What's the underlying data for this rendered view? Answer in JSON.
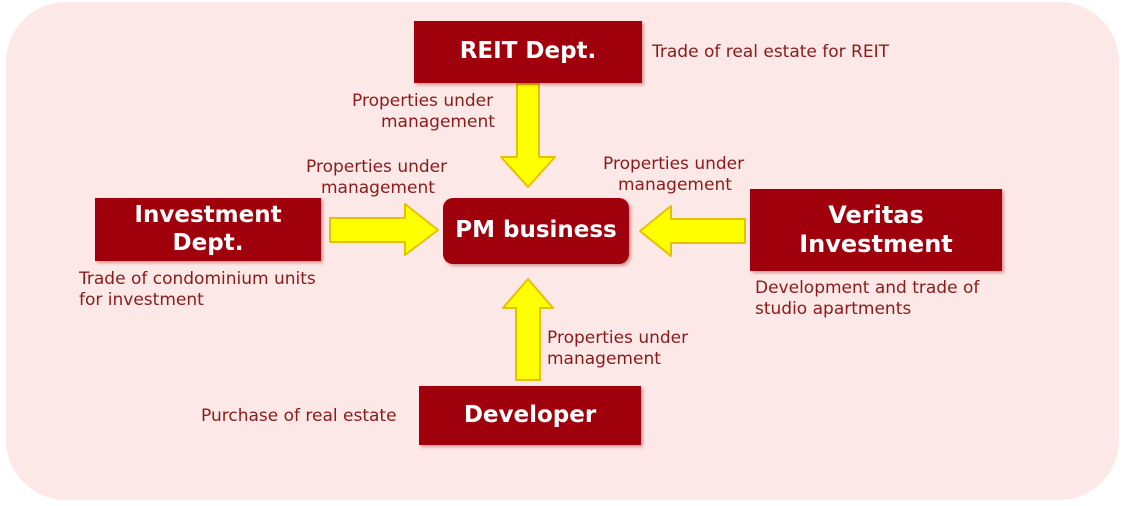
{
  "colors": {
    "background_panel": "#fde8e8",
    "box_fill": "#a0000b",
    "box_text": "#ffffff",
    "label_text": "#8b1a1a",
    "arrow_fill": "#ffff00",
    "arrow_stroke": "#e6c000"
  },
  "center": {
    "label": "PM business"
  },
  "nodes": {
    "reit": {
      "label": "REIT Dept.",
      "description": "Trade of real estate for REIT"
    },
    "investment": {
      "label_line1": "Investment",
      "label_line2": "Dept.",
      "description_line1": "Trade of condominium units",
      "description_line2": "for investment"
    },
    "veritas": {
      "label_line1": "Veritas",
      "label_line2": "Investment",
      "description_line1": "Development and trade of",
      "description_line2": "studio apartments"
    },
    "developer": {
      "label": "Developer",
      "description": "Purchase of real estate"
    }
  },
  "flows": {
    "from_reit": {
      "line1": "Properties under",
      "line2": "management"
    },
    "from_investment": {
      "line1": "Properties under",
      "line2": "management"
    },
    "from_veritas": {
      "line1": "Properties under",
      "line2": "management"
    },
    "from_developer": {
      "line1": "Properties under",
      "line2": "management"
    }
  }
}
